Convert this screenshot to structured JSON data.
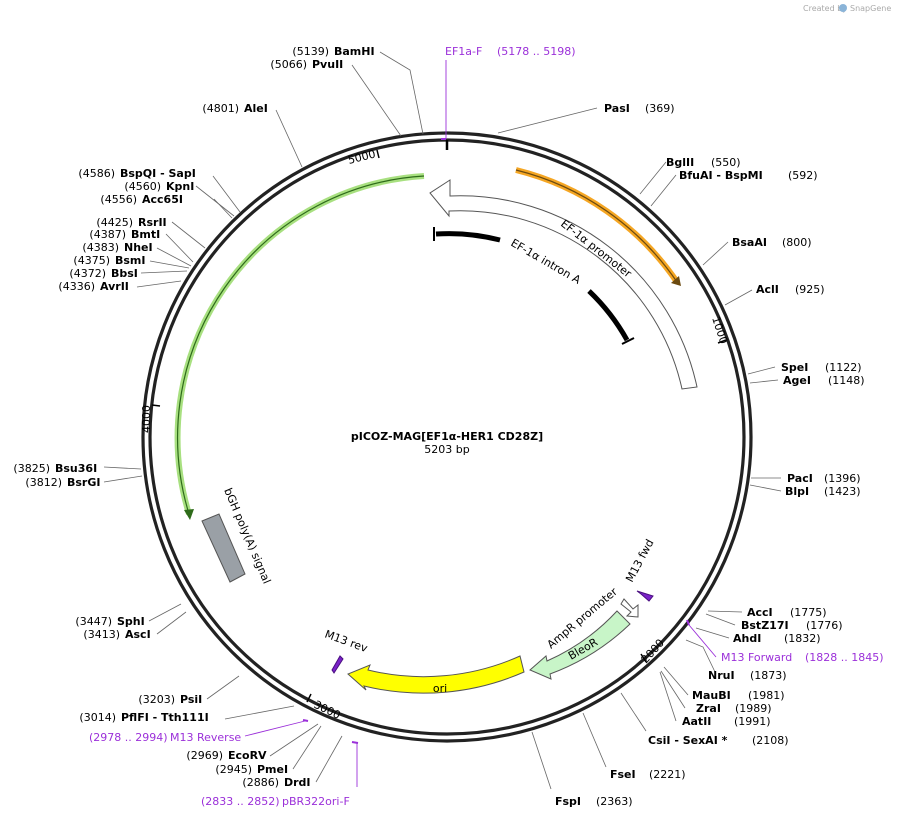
{
  "brand": {
    "created_by": "Created by",
    "name": "SnapGene"
  },
  "plasmid": {
    "name": "pICOZ-MAG[EF1α-HER1 CD28Z]",
    "size": "5203 bp"
  },
  "ticks": [
    "1000",
    "2000",
    "3000",
    "4000",
    "5000"
  ],
  "features": {
    "orange_arrow": "",
    "ef1a_promoter": "EF-1α promoter",
    "ef1a_intron": "EF-1α intron A",
    "green_arrow": "",
    "bgh_polya": "bGH poly(A) signal",
    "ori": "ori",
    "bleor": "BleoR",
    "ampr_promoter": "AmpR promoter",
    "m13_fwd": "M13 fwd",
    "m13_rev": "M13 rev"
  },
  "sites": [
    {
      "pos": "(5139)",
      "name": "BamHI"
    },
    {
      "pos": "(5066)",
      "name": "PvuII"
    },
    {
      "pos": "(4801)",
      "name": "AleI"
    },
    {
      "pos": "(4586)",
      "name": "BspQI - SapI"
    },
    {
      "pos": "(4560)",
      "name": "KpnI"
    },
    {
      "pos": "(4556)",
      "name": "Acc65I"
    },
    {
      "pos": "(4425)",
      "name": "RsrII"
    },
    {
      "pos": "(4387)",
      "name": "BmtI"
    },
    {
      "pos": "(4383)",
      "name": "NheI"
    },
    {
      "pos": "(4375)",
      "name": "BsmI"
    },
    {
      "pos": "(4372)",
      "name": "BbsI"
    },
    {
      "pos": "(4336)",
      "name": "AvrII"
    },
    {
      "pos": "(3825)",
      "name": "Bsu36I"
    },
    {
      "pos": "(3812)",
      "name": "BsrGI"
    },
    {
      "pos": "(3447)",
      "name": "SphI"
    },
    {
      "pos": "(3413)",
      "name": "AscI"
    },
    {
      "pos": "(3203)",
      "name": "PsiI"
    },
    {
      "pos": "(3014)",
      "name": "PflFI - Tth111I"
    },
    {
      "pos": "(2969)",
      "name": "EcoRV"
    },
    {
      "pos": "(2945)",
      "name": "PmeI"
    },
    {
      "pos": "(2886)",
      "name": "DrdI"
    },
    {
      "pos": "(369)",
      "name": "PasI"
    },
    {
      "pos": "(550)",
      "name": "BglII"
    },
    {
      "pos": "(592)",
      "name": "BfuAI - BspMI"
    },
    {
      "pos": "(800)",
      "name": "BsaAI"
    },
    {
      "pos": "(925)",
      "name": "AclI"
    },
    {
      "pos": "(1122)",
      "name": "SpeI"
    },
    {
      "pos": "(1148)",
      "name": "AgeI"
    },
    {
      "pos": "(1396)",
      "name": "PacI"
    },
    {
      "pos": "(1423)",
      "name": "BlpI"
    },
    {
      "pos": "(1775)",
      "name": "AccI"
    },
    {
      "pos": "(1776)",
      "name": "BstZ17I"
    },
    {
      "pos": "(1832)",
      "name": "AhdI"
    },
    {
      "pos": "(1873)",
      "name": "NruI"
    },
    {
      "pos": "(1981)",
      "name": "MauBI"
    },
    {
      "pos": "(1989)",
      "name": "ZraI"
    },
    {
      "pos": "(1991)",
      "name": "AatII"
    },
    {
      "pos": "(2108)",
      "name": "CsiI - SexAI *"
    },
    {
      "pos": "(2221)",
      "name": "FseI"
    },
    {
      "pos": "(2363)",
      "name": "FspI"
    }
  ],
  "primers": [
    {
      "name": "EF1a-F",
      "range": "(5178 .. 5198)"
    },
    {
      "name": "M13 Forward",
      "range": "(1828 .. 1845)"
    },
    {
      "name": "M13 Reverse",
      "range": "(2978 .. 2994)"
    },
    {
      "name": "pBR322ori-F",
      "range": "(2833 .. 2852)"
    }
  ],
  "colors": {
    "ring": "#222222",
    "primer": "#9b30d9",
    "orange_feature": "#f5a623",
    "green_feature": "#7ec850",
    "ori": "#ffff00",
    "bleor": "#c8f5c8",
    "polya": "#9aa0a6"
  }
}
